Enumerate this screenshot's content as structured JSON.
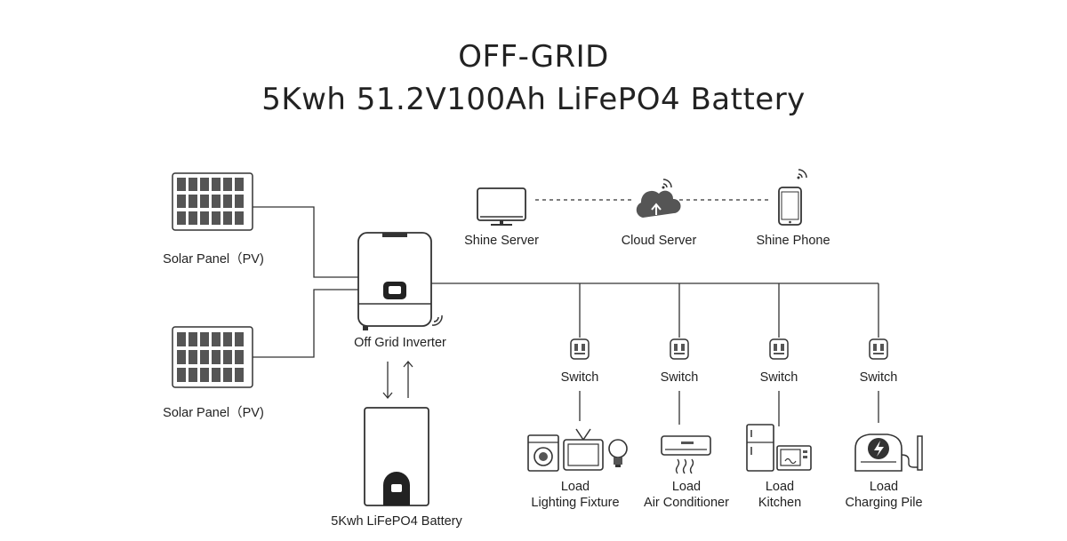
{
  "title": {
    "line1": "OFF-GRID",
    "line2": "5Kwh 51.2V100Ah LiFePO4 Battery"
  },
  "nodes": {
    "solar_top": "Solar Panel（PV)",
    "solar_bottom": "Solar Panel（PV)",
    "inverter": "Off Grid Inverter",
    "battery": "5Kwh LiFePO4 Battery",
    "shine_server": "Shine Server",
    "cloud_server": "Cloud Server",
    "shine_phone": "Shine Phone"
  },
  "switches": [
    "Switch",
    "Switch",
    "Switch",
    "Switch"
  ],
  "loads": [
    {
      "line1": "Load",
      "line2": "Lighting Fixture",
      "icon": "lighting-fixture-icon"
    },
    {
      "line1": "Load",
      "line2": "Air Conditioner",
      "icon": "air-conditioner-icon"
    },
    {
      "line1": "Load",
      "line2": "Kitchen",
      "icon": "kitchen-icon"
    },
    {
      "line1": "Load",
      "line2": "Charging Pile",
      "icon": "charging-pile-icon"
    }
  ]
}
